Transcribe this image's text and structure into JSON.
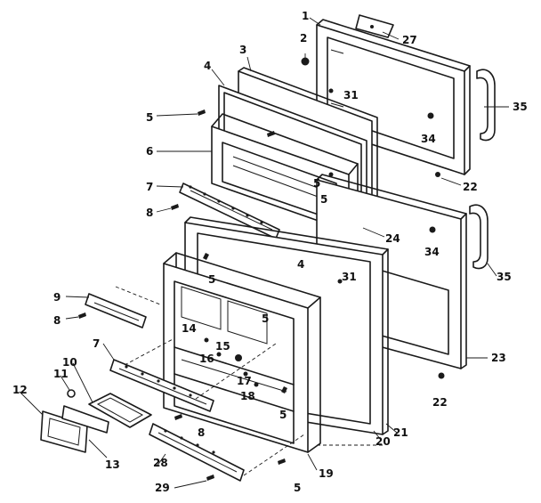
{
  "callouts": {
    "c1": "1",
    "c2": "2",
    "c27": "27",
    "c3": "3",
    "c4a": "4",
    "c31a": "31",
    "c35a": "35",
    "c5a": "5",
    "c34a": "34",
    "c6": "6",
    "c22a": "22",
    "c5b": "5",
    "c7a": "7",
    "c5c": "5",
    "c24": "24",
    "c8a": "8",
    "c34b": "34",
    "c35b": "35",
    "c4b": "4",
    "c5d": "5",
    "c31b": "31",
    "c9": "9",
    "c5e": "5",
    "c8b": "8",
    "c14": "14",
    "c15": "15",
    "c7b": "7",
    "c16": "16",
    "c23": "23",
    "c11": "11",
    "c10": "10",
    "c17": "17",
    "c22b": "22",
    "c12": "12",
    "c5f": "5",
    "c18": "18",
    "c8c": "8",
    "c21": "21",
    "c13": "13",
    "c20": "20",
    "c28": "28",
    "c19": "19",
    "c29": "29",
    "c5g": "5"
  }
}
